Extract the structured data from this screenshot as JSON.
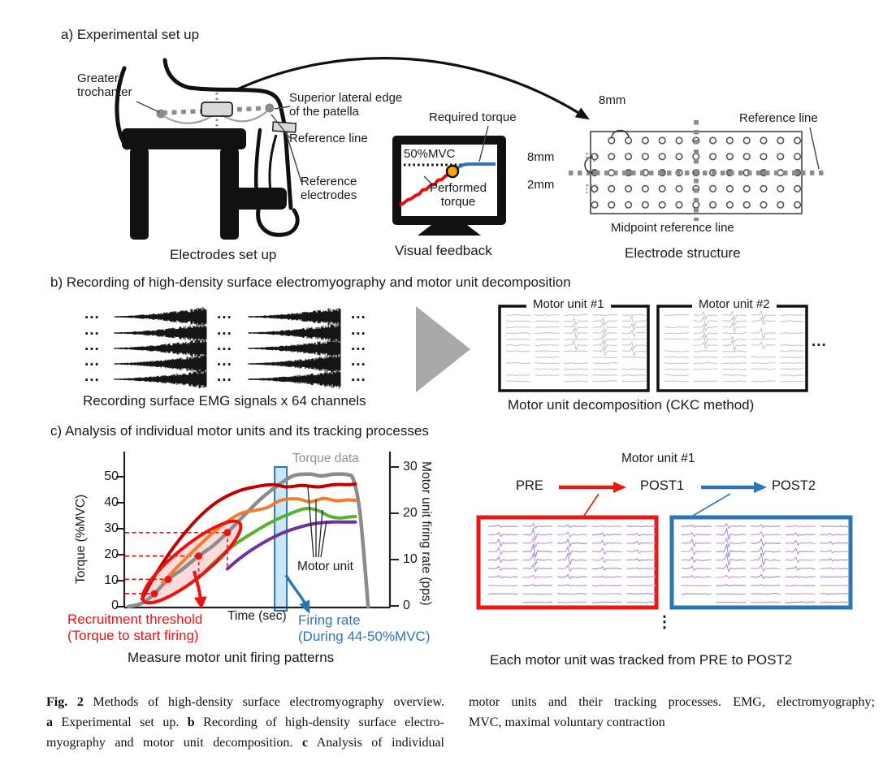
{
  "panel_a": {
    "heading": "a) Experimental set up",
    "labels": {
      "greater_trochanter": "Greater\ntrochanter",
      "superior_lateral": "Superior lateral edge\nof the patella",
      "reference_line": "Reference line",
      "reference_electrodes": "Reference\nelectrodes",
      "electrodes_caption": "Electrodes set up",
      "required_torque": "Required torque",
      "mvc_level": "50%MVC",
      "performed_torque": "Performed\ntorque",
      "visual_feedback_caption": "Visual feedback",
      "grid_top_spacing": "8mm",
      "grid_reference_line": "Reference line",
      "grid_left_spacing": "8mm",
      "grid_left_spacing2": "2mm",
      "midpoint_reference_line": "Midpoint reference line",
      "electrode_structure_caption": "Electrode structure"
    }
  },
  "panel_b": {
    "heading": "b) Recording of high-density surface electromyography and motor unit decomposition",
    "emg_caption": "Recording surface EMG signals x 64 channels",
    "ellipsis": "...",
    "mu1_title": "Motor unit #1",
    "mu2_title": "Motor unit #2",
    "more_units_ellipsis": "...",
    "decomp_caption": "Motor unit decomposition (CKC method)"
  },
  "panel_c": {
    "heading": "c) Analysis of individual motor units and its tracking processes",
    "chart_caption": "Measure motor unit firing patterns",
    "tracking": {
      "title": "Motor unit #1",
      "pre": "PRE",
      "post1": "POST1",
      "post2": "POST2",
      "vertical_dots": "⋮",
      "caption": "Each motor unit was tracked from PRE to POST2"
    }
  },
  "chart_data": {
    "type": "line",
    "title": "Measure motor unit firing patterns",
    "xlabel": "Time (sec)",
    "ylabel_left": "Torque (%MVC)",
    "ylabel_right": "Motor unit firing rate (pps)",
    "x_range_sec": [
      0,
      10
    ],
    "ylim_left": [
      0,
      55
    ],
    "ylim_right": [
      0,
      31
    ],
    "left_ticks": [
      0,
      10,
      20,
      30,
      40,
      50
    ],
    "right_ticks": [
      0,
      10,
      20,
      30
    ],
    "left_tick_labels": [
      "50",
      "40",
      "30",
      "20",
      "10",
      "0"
    ],
    "right_tick_labels": [
      "30",
      "20",
      "10",
      "0"
    ],
    "grid": false,
    "annotations": {
      "torque_data": "Torque data",
      "motor_unit": "Motor unit",
      "recruitment": "Recruitment threshold\n(Torque to start firing)",
      "firing_rate": "Firing rate\n(During 44-50%MVC)"
    },
    "torque_series": {
      "name": "Torque data",
      "color": "#8c8c8c",
      "points": [
        [
          0.15,
          0
        ],
        [
          0.7,
          1.5
        ],
        [
          1.13,
          5
        ],
        [
          1.65,
          10.5
        ],
        [
          2.2,
          14.5
        ],
        [
          2.8,
          19.5
        ],
        [
          3.35,
          23.5
        ],
        [
          3.88,
          28.5
        ],
        [
          4.5,
          35
        ],
        [
          5.2,
          42
        ],
        [
          5.9,
          47.5
        ],
        [
          6.4,
          50.5
        ],
        [
          7.0,
          51
        ],
        [
          7.4,
          50.3
        ],
        [
          7.9,
          51
        ],
        [
          8.4,
          50.8
        ],
        [
          8.62,
          49
        ],
        [
          8.85,
          38
        ],
        [
          9.02,
          20
        ],
        [
          9.18,
          0
        ]
      ]
    },
    "motor_units": [
      {
        "name": "Motor unit 1",
        "color": "#c00000",
        "recruitment_threshold_pctMVC": 5,
        "recruitment_time_sec": 1.13,
        "points": [
          [
            0.67,
            1.5
          ],
          [
            1.2,
            7
          ],
          [
            1.9,
            13
          ],
          [
            2.7,
            18.5
          ],
          [
            3.5,
            22.5
          ],
          [
            4.3,
            24.8
          ],
          [
            5.0,
            25.8
          ],
          [
            5.6,
            26.2
          ],
          [
            6.1,
            25.7
          ],
          [
            6.7,
            26.0
          ],
          [
            7.3,
            25.7
          ],
          [
            7.9,
            26.2
          ],
          [
            8.4,
            26.2
          ],
          [
            8.7,
            26.3
          ]
        ]
      },
      {
        "name": "Motor unit 2",
        "color": "#ed7d31",
        "recruitment_threshold_pctMVC": 10.5,
        "recruitment_time_sec": 1.65,
        "points": [
          [
            1.44,
            5
          ],
          [
            2.1,
            9
          ],
          [
            2.9,
            13.5
          ],
          [
            3.7,
            17.5
          ],
          [
            4.4,
            20
          ],
          [
            4.9,
            20.6
          ],
          [
            5.4,
            21.3
          ],
          [
            5.9,
            22.8
          ],
          [
            6.5,
            23.1
          ],
          [
            7.0,
            22.5
          ],
          [
            7.5,
            23.2
          ],
          [
            8.0,
            22.7
          ],
          [
            8.4,
            22.9
          ],
          [
            8.7,
            22.8
          ]
        ]
      },
      {
        "name": "Motor unit 3",
        "color": "#56b232",
        "recruitment_threshold_pctMVC": 19.5,
        "recruitment_time_sec": 2.8,
        "points": [
          [
            2.8,
            6
          ],
          [
            3.4,
            9.5
          ],
          [
            4.1,
            13
          ],
          [
            4.9,
            16
          ],
          [
            5.6,
            18.3
          ],
          [
            6.2,
            19.8
          ],
          [
            6.8,
            21.0
          ],
          [
            7.3,
            20.6
          ],
          [
            7.7,
            19.4
          ],
          [
            8.1,
            19.0
          ],
          [
            8.45,
            19.2
          ],
          [
            8.7,
            19.3
          ]
        ]
      },
      {
        "name": "Motor unit 4",
        "color": "#7030a0",
        "recruitment_threshold_pctMVC": 28.5,
        "recruitment_time_sec": 3.88,
        "points": [
          [
            3.88,
            8
          ],
          [
            4.4,
            10.5
          ],
          [
            5.1,
            13.2
          ],
          [
            5.9,
            15.6
          ],
          [
            6.6,
            17.0
          ],
          [
            7.2,
            17.8
          ],
          [
            7.8,
            18.1
          ],
          [
            8.3,
            18.1
          ],
          [
            8.7,
            18.1
          ]
        ]
      }
    ],
    "recruitment_thresholds_pctMVC": [
      5,
      10.5,
      19.5,
      28.5
    ],
    "firing_rate_window_sec": [
      5.66,
      6.12
    ],
    "firing_rate_window_label": "During 44-50%MVC"
  },
  "figure_caption": {
    "left_lines": [
      [
        {
          "b": "Fig. 2"
        },
        {
          "t": "  Methods of high-density surface electromyography overview."
        }
      ],
      [
        {
          "b": "a"
        },
        {
          "t": " Experimental set up. "
        },
        {
          "b": "b"
        },
        {
          "t": " Recording of high-density surface electro-"
        }
      ],
      [
        {
          "t": "myography and motor unit decomposition. "
        },
        {
          "b": "c"
        },
        {
          "t": " Analysis of individual"
        }
      ]
    ],
    "right_lines": [
      [
        {
          "t": "motor units and their tracking processes. EMG, electromyography;"
        }
      ],
      [
        {
          "t": "MVC, maximal voluntary contraction"
        }
      ]
    ]
  },
  "colors": {
    "annotation_red": "#f01010",
    "box_red": "#ee1515",
    "accent_blue": "#2e75b6",
    "band_fill": "#aedcf5",
    "torque_gray": "#8c8c8c",
    "mu1": "#c00000",
    "mu2": "#ed7d31",
    "mu3": "#56b232",
    "mu4": "#7030a0",
    "trace_gray": "#c7c7c7",
    "wave_purple": "#9a8cce",
    "triangle_gray": "#a8a8a8",
    "ink": "#111111"
  }
}
